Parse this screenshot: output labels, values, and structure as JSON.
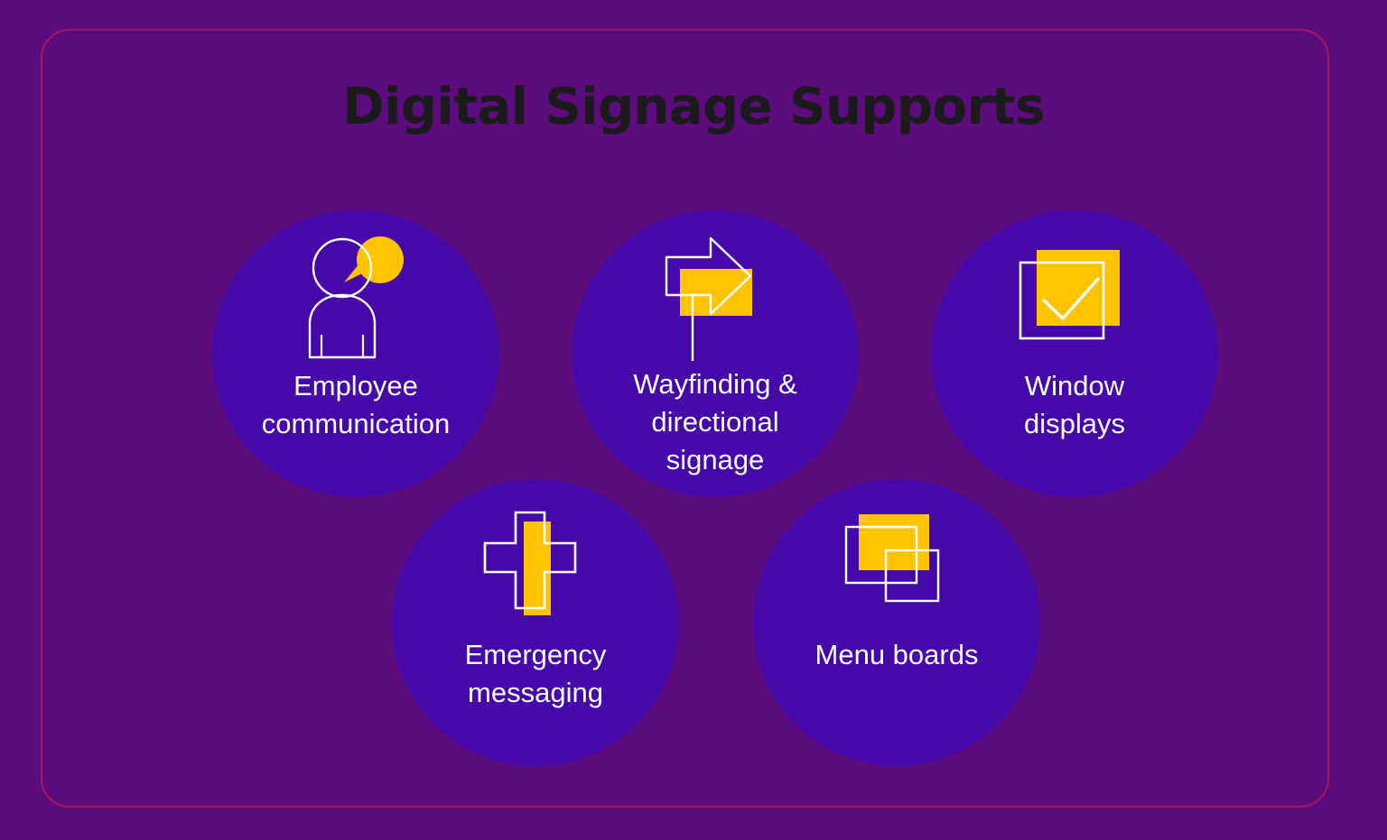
{
  "page": {
    "title": "Digital Signage Supports",
    "background_color": "#5b0b7b",
    "border_color": "#a71358",
    "bubble_color": "#4609a9",
    "accent_color": "#ffc300",
    "text_color": "#ffffff",
    "title_color": "#1b1b1b"
  },
  "bubbles": [
    {
      "id": "employee",
      "label": "Employee\ncommunication",
      "icon": "person-speech-bubble-icon"
    },
    {
      "id": "wayfinding",
      "label": "Wayfinding &\ndirectional\nsignage",
      "icon": "directional-arrow-sign-icon"
    },
    {
      "id": "window",
      "label": "Window\ndisplays",
      "icon": "checked-window-icon"
    },
    {
      "id": "emergency",
      "label": "Emergency\nmessaging",
      "icon": "medical-cross-icon"
    },
    {
      "id": "menu",
      "label": "Menu boards",
      "icon": "stacked-boards-icon"
    }
  ]
}
